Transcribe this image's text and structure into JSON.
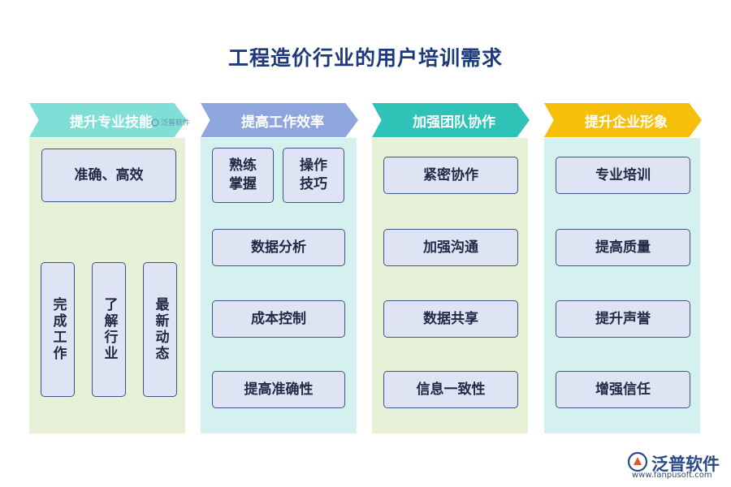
{
  "title": "工程造价行业的用户培训需求",
  "columns": [
    {
      "header": "提升专业技能",
      "header_color": "#7fded6",
      "bg_color": "#e6f1d8",
      "items": [
        "准确、高效",
        "完成工作",
        "了解行业",
        "最新动态"
      ]
    },
    {
      "header": "提高工作效率",
      "header_color": "#8ea5de",
      "bg_color": "#d4f1ef",
      "items": [
        "熟练掌握",
        "操作技巧",
        "数据分析",
        "成本控制",
        "提高准确性"
      ]
    },
    {
      "header": "加强团队协作",
      "header_color": "#2ec3b6",
      "bg_color": "#e6f1d8",
      "items": [
        "紧密协作",
        "加强沟通",
        "数据共享",
        "信息一致性"
      ]
    },
    {
      "header": "提升企业形象",
      "header_color": "#f6bf0c",
      "bg_color": "#d4f1ef",
      "items": [
        "专业培训",
        "提高质量",
        "提升声誉",
        "增强信任"
      ]
    }
  ],
  "watermark": "泛普软件",
  "logo": {
    "name": "泛普软件",
    "url": "www.fanpusoft.com"
  }
}
